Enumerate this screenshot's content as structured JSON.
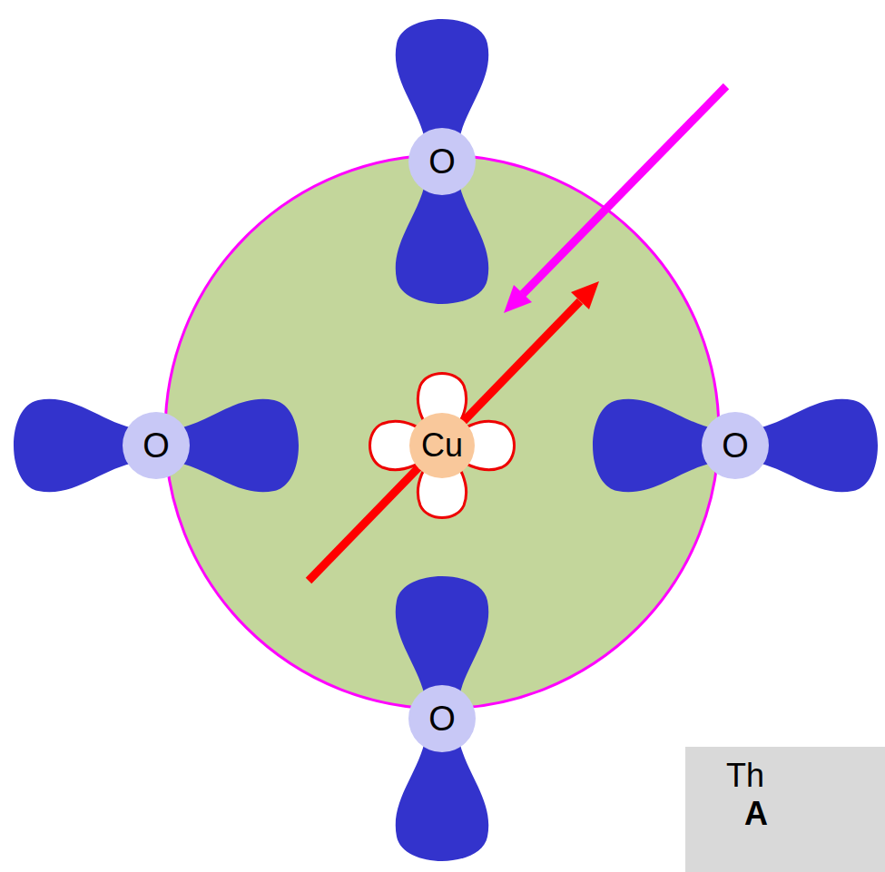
{
  "diagram": {
    "nodes": [
      {
        "text": [
          "O"
        ]
      },
      {
        "text": [
          "O"
        ]
      },
      {
        "text": [
          "Cu"
        ]
      },
      {
        "text": [
          "O"
        ]
      },
      {
        "text": [
          "O"
        ]
      },
      {
        "text": [
          "Th",
          "A"
        ]
      }
    ]
  }
}
